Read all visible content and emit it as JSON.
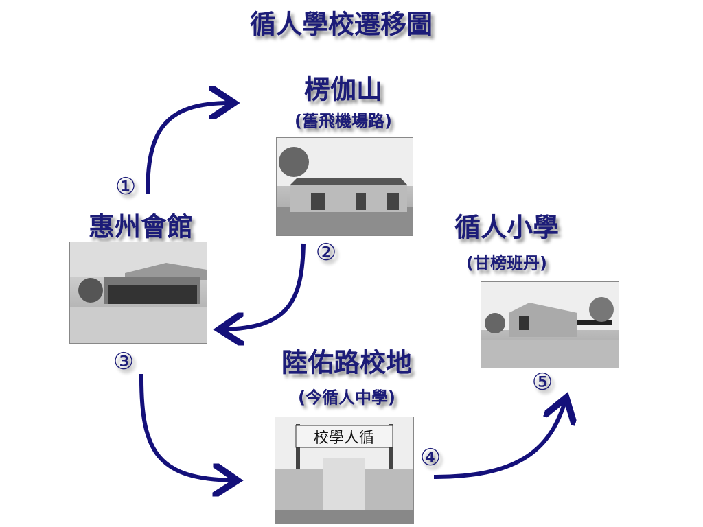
{
  "title": "循人學校遷移圖",
  "locations": [
    {
      "step": "①",
      "name": "惠州會館",
      "note": ""
    },
    {
      "step": "②",
      "name": "楞伽山",
      "note": "(舊飛機場路)"
    },
    {
      "step": "③",
      "name": "陸佑路校地",
      "note": "(今循人中學)"
    },
    {
      "step": "④",
      "name": "",
      "note": ""
    },
    {
      "step": "⑤",
      "name": "循人小學",
      "note": "(甘榜班丹)"
    }
  ],
  "sign_text": "校學人循",
  "colors": {
    "text": "#1c1c78",
    "arrow": "#14107a"
  }
}
